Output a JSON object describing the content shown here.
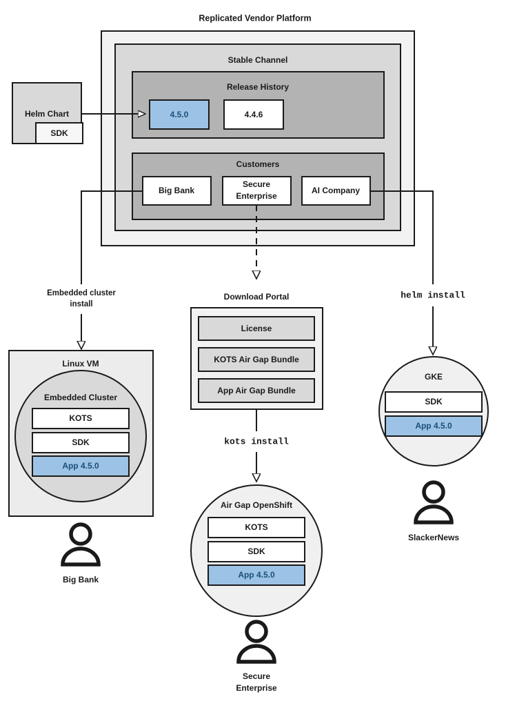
{
  "title": "Replicated Vendor Platform",
  "colors": {
    "outer_panel": "#F2F2F2",
    "channel_panel": "#D9D9D9",
    "section_panel": "#B3B3B3",
    "accent_blue_fill": "#9CC3E5",
    "accent_blue_stroke": "#2E75B6",
    "accent_blue_text": "#1B4F7A",
    "white": "#FFFFFF",
    "stroke": "#1A1A1A",
    "vm_panel": "#ECECEC",
    "cluster_circle": "#D9D9D9",
    "node_circle": "#F0F0F0"
  },
  "source": {
    "helm_chart_label": "Helm Chart",
    "sdk_label": "SDK"
  },
  "platform": {
    "channel_label": "Stable Channel",
    "release_history": {
      "label": "Release History",
      "releases": [
        {
          "version": "4.5.0",
          "highlighted": true
        },
        {
          "version": "4.4.6",
          "highlighted": false
        }
      ]
    },
    "customers": {
      "label": "Customers",
      "items": [
        {
          "name": "Big Bank"
        },
        {
          "name": "Secure\nEnterprise",
          "line1": "Secure",
          "line2": "Enterprise"
        },
        {
          "name": "AI Company"
        }
      ]
    }
  },
  "flows": {
    "embedded_install": {
      "line1": "Embedded cluster",
      "line2": "install"
    },
    "kots_install": "kots install",
    "helm_install": "helm install"
  },
  "download_portal": {
    "label": "Download Portal",
    "artifacts": [
      {
        "label": "License"
      },
      {
        "label": "KOTS Air Gap Bundle"
      },
      {
        "label": "App Air Gap Bundle"
      }
    ]
  },
  "targets": {
    "linux_vm": {
      "label": "Linux VM",
      "cluster_label": "Embedded Cluster",
      "components": [
        {
          "label": "KOTS",
          "highlighted": false
        },
        {
          "label": "SDK",
          "highlighted": false
        },
        {
          "label": "App 4.5.0",
          "highlighted": true
        }
      ],
      "customer": "Big Bank"
    },
    "airgap_openshift": {
      "label": "Air Gap OpenShift",
      "components": [
        {
          "label": "KOTS",
          "highlighted": false
        },
        {
          "label": "SDK",
          "highlighted": false
        },
        {
          "label": "App 4.5.0",
          "highlighted": true
        }
      ],
      "customer_line1": "Secure",
      "customer_line2": "Enterprise"
    },
    "gke": {
      "label": "GKE",
      "components": [
        {
          "label": "SDK",
          "highlighted": false
        },
        {
          "label": "App 4.5.0",
          "highlighted": true
        }
      ],
      "customer": "SlackerNews"
    }
  },
  "icons": {
    "person": "person-icon",
    "arrowhead": "arrowhead-icon"
  }
}
